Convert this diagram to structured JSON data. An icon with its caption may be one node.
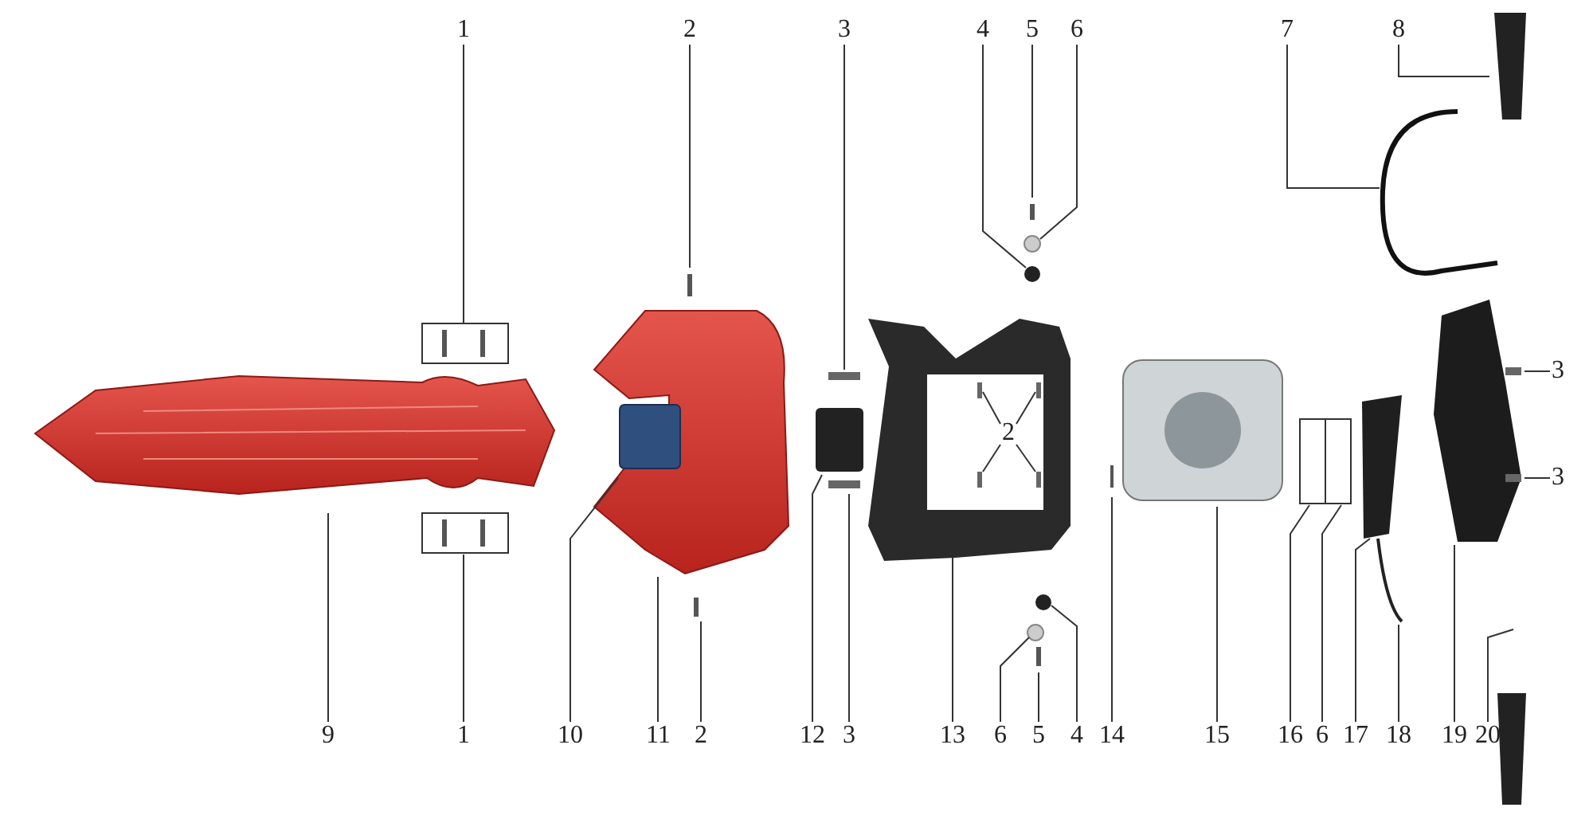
{
  "diagram": {
    "nodes": [
      {
        "text": [
          "1"
        ]
      },
      {
        "text": [
          "2"
        ]
      },
      {
        "text": [
          "3"
        ]
      },
      {
        "text": [
          "4"
        ]
      },
      {
        "text": [
          "5"
        ]
      },
      {
        "text": [
          "6"
        ]
      },
      {
        "text": [
          "7"
        ]
      },
      {
        "text": [
          "8"
        ]
      },
      {
        "text": [
          "2"
        ]
      },
      {
        "text": [
          "3"
        ]
      },
      {
        "text": [
          "3"
        ]
      },
      {
        "text": [
          "9"
        ]
      },
      {
        "text": [
          "1"
        ]
      },
      {
        "text": [
          "10"
        ]
      },
      {
        "text": [
          "11"
        ]
      },
      {
        "text": [
          "2"
        ]
      },
      {
        "text": [
          "12"
        ]
      },
      {
        "text": [
          "3"
        ]
      },
      {
        "text": [
          "13"
        ]
      },
      {
        "text": [
          "6"
        ]
      },
      {
        "text": [
          "5"
        ]
      },
      {
        "text": [
          "4"
        ]
      },
      {
        "text": [
          "14"
        ]
      },
      {
        "text": [
          "15"
        ]
      },
      {
        "text": [
          "16"
        ]
      },
      {
        "text": [
          "6"
        ]
      },
      {
        "text": [
          "17"
        ]
      },
      {
        "text": [
          "18"
        ]
      },
      {
        "text": [
          "19"
        ]
      },
      {
        "text": [
          "20"
        ]
      }
    ],
    "edges": [
      {
        "from": 0,
        "to": null,
        "arrow": "none"
      },
      {
        "from": 1,
        "to": null,
        "arrow": "none"
      },
      {
        "from": 2,
        "to": null,
        "arrow": "none"
      },
      {
        "from": 3,
        "to": null,
        "arrow": "none"
      },
      {
        "from": 4,
        "to": null,
        "arrow": "none"
      },
      {
        "from": 5,
        "to": null,
        "arrow": "none"
      },
      {
        "from": 6,
        "to": null,
        "arrow": "none"
      },
      {
        "from": 7,
        "to": null,
        "arrow": "none"
      },
      {
        "from": 8,
        "to": null,
        "arrow": "none"
      },
      {
        "from": 8,
        "to": null,
        "arrow": "none"
      },
      {
        "from": 8,
        "to": null,
        "arrow": "none"
      },
      {
        "from": 8,
        "to": null,
        "arrow": "none"
      },
      {
        "from": 9,
        "to": null,
        "arrow": "none"
      },
      {
        "from": 10,
        "to": null,
        "arrow": "none"
      },
      {
        "from": 11,
        "to": null,
        "arrow": "none"
      },
      {
        "from": 12,
        "to": null,
        "arrow": "none"
      },
      {
        "from": 13,
        "to": null,
        "arrow": "none"
      },
      {
        "from": 14,
        "to": null,
        "arrow": "none"
      },
      {
        "from": 15,
        "to": null,
        "arrow": "none"
      },
      {
        "from": 16,
        "to": null,
        "arrow": "none"
      },
      {
        "from": 17,
        "to": null,
        "arrow": "none"
      },
      {
        "from": 18,
        "to": null,
        "arrow": "none"
      },
      {
        "from": 19,
        "to": null,
        "arrow": "none"
      },
      {
        "from": 20,
        "to": null,
        "arrow": "none"
      },
      {
        "from": 21,
        "to": null,
        "arrow": "none"
      },
      {
        "from": 22,
        "to": null,
        "arrow": "none"
      },
      {
        "from": 23,
        "to": null,
        "arrow": "none"
      },
      {
        "from": 24,
        "to": null,
        "arrow": "none"
      },
      {
        "from": 25,
        "to": null,
        "arrow": "none"
      },
      {
        "from": 26,
        "to": null,
        "arrow": "none"
      },
      {
        "from": 27,
        "to": null,
        "arrow": "none"
      },
      {
        "from": 28,
        "to": null,
        "arrow": "none"
      },
      {
        "from": 29,
        "to": null,
        "arrow": "none"
      }
    ]
  }
}
